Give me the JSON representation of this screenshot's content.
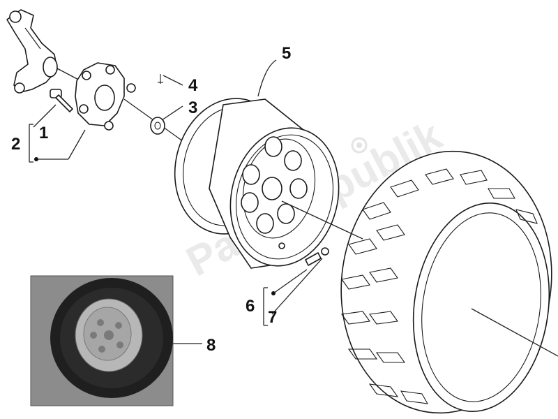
{
  "diagram": {
    "callouts": {
      "c1": "1",
      "c2": "2",
      "c3": "3",
      "c4": "4",
      "c5": "5",
      "c6": "6",
      "c7": "7",
      "c8": "8"
    },
    "watermark": "PartsRepublik",
    "colors": {
      "ink": "#1a1a1a",
      "photo_bg": "#8c8c8c",
      "watermark": "#d9d9d9"
    }
  }
}
